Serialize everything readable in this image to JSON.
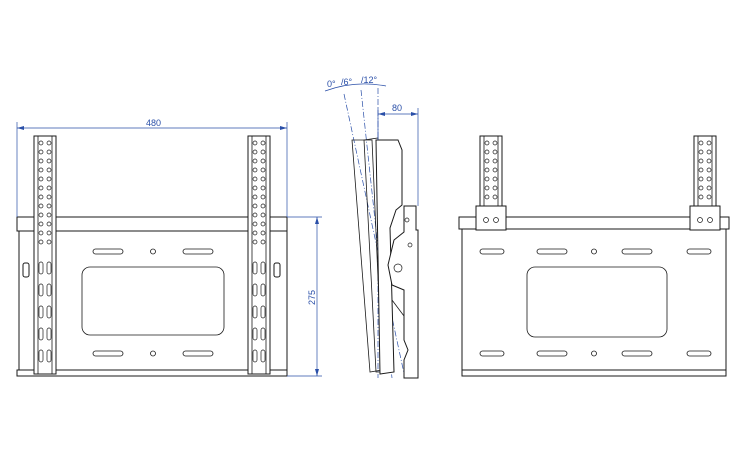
{
  "dimensions": {
    "width": "480",
    "height": "275",
    "depth": "80",
    "tilt_0": "0°",
    "tilt_6": "/6°",
    "tilt_12": "/12°"
  },
  "colors": {
    "dimension_line": "#2a4fa8",
    "outline": "#1a1a1a",
    "background": "#ffffff"
  }
}
